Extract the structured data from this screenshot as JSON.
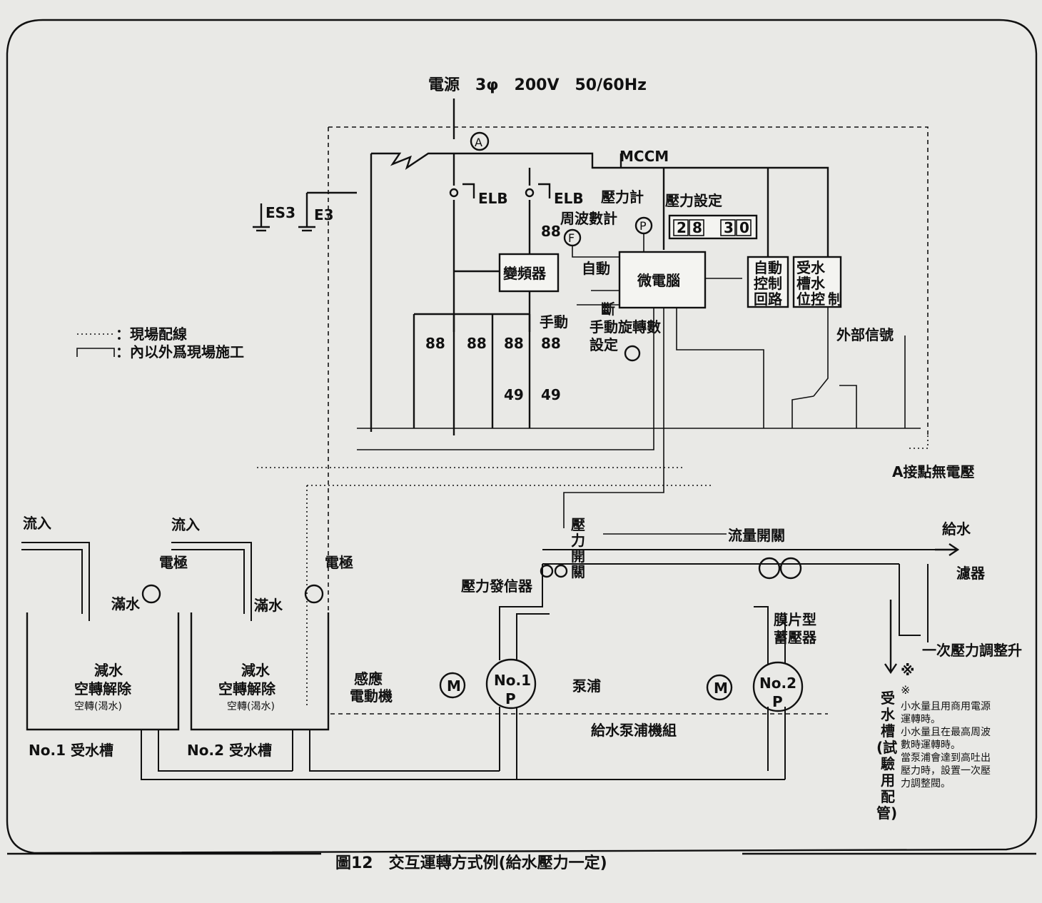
{
  "title": "圖12　交互運轉方式例(給水壓力一定)",
  "power": "電源　3φ　200V　50/60Hz",
  "labels": {
    "A": "A",
    "mccm": "MCCM",
    "elb1": "ELB",
    "elb2": "ELB",
    "es3": "ES3",
    "e3": "E3",
    "pressure_gauge": "壓力計",
    "pressure_setting": "壓力設定",
    "freq_meter": "周波數計",
    "F": "F",
    "P": "P",
    "c88_top": "88",
    "inverter": "變頻器",
    "auto": "自動",
    "micro": "微電腦",
    "cut": "斷",
    "manual": "手動",
    "manual_rpm_1": "手動旋轉數",
    "manual_rpm_2": "設定",
    "auto_ctrl": [
      "自動",
      "控制",
      "回路"
    ],
    "tank_ctrl_a": [
      "受水",
      "槽水",
      "位控",
      "制"
    ],
    "ext_signal": "外部信號",
    "c88_a": "88",
    "c88_b": "88",
    "c88_c": "88",
    "c88_d": "88",
    "c49_a": "49",
    "c49_b": "49",
    "legend_field": "：現場配線",
    "legend_site": "：內以外爲現場施工",
    "a_contact": "A接點無電壓",
    "flow_switch": "流量開關",
    "pressure_switch": [
      "壓",
      "力",
      "開",
      "關"
    ],
    "pressure_transmitter": "壓力發信器",
    "supply": "給水",
    "filter": "濾器",
    "diaphragm_1": "膜片型",
    "diaphragm_2": "蓄壓器",
    "regulator": "一次壓力調整升",
    "inflow1": "流入",
    "inflow2": "流入",
    "electrode1": "電極",
    "electrode2": "電極",
    "full1": "滿水",
    "full2": "滿水",
    "reduce1": "減水",
    "idle1": "空轉解除",
    "idle_sm1": "空轉(渴水)",
    "reduce2": "減水",
    "idle2": "空轉解除",
    "idle_sm2": "空轉(渴水)",
    "tank1": "No.1 受水槽",
    "tank2": "No.2 受水槽",
    "motor_label_1": "感應",
    "motor_label_2": "電動機",
    "M": "M",
    "M2": "M",
    "no1": "No.1",
    "no2": "No.2",
    "P1": "P",
    "P2": "P",
    "pump": "泵浦",
    "pump_unit": "給水泵浦機組",
    "note_mark": "※",
    "note_mark2": "※",
    "test_pipe": [
      "受",
      "水",
      "槽",
      "(試",
      "驗",
      "用",
      "配",
      "管)"
    ],
    "notes": [
      "小水量且用商用電源",
      "運轉時。",
      "小水量且在最高周波",
      "數時運轉時。",
      "當泵浦會達到高吐出",
      "壓力時，設置一次壓",
      "力調整閥。"
    ]
  },
  "digits": [
    "2",
    "8",
    "3",
    "0"
  ]
}
